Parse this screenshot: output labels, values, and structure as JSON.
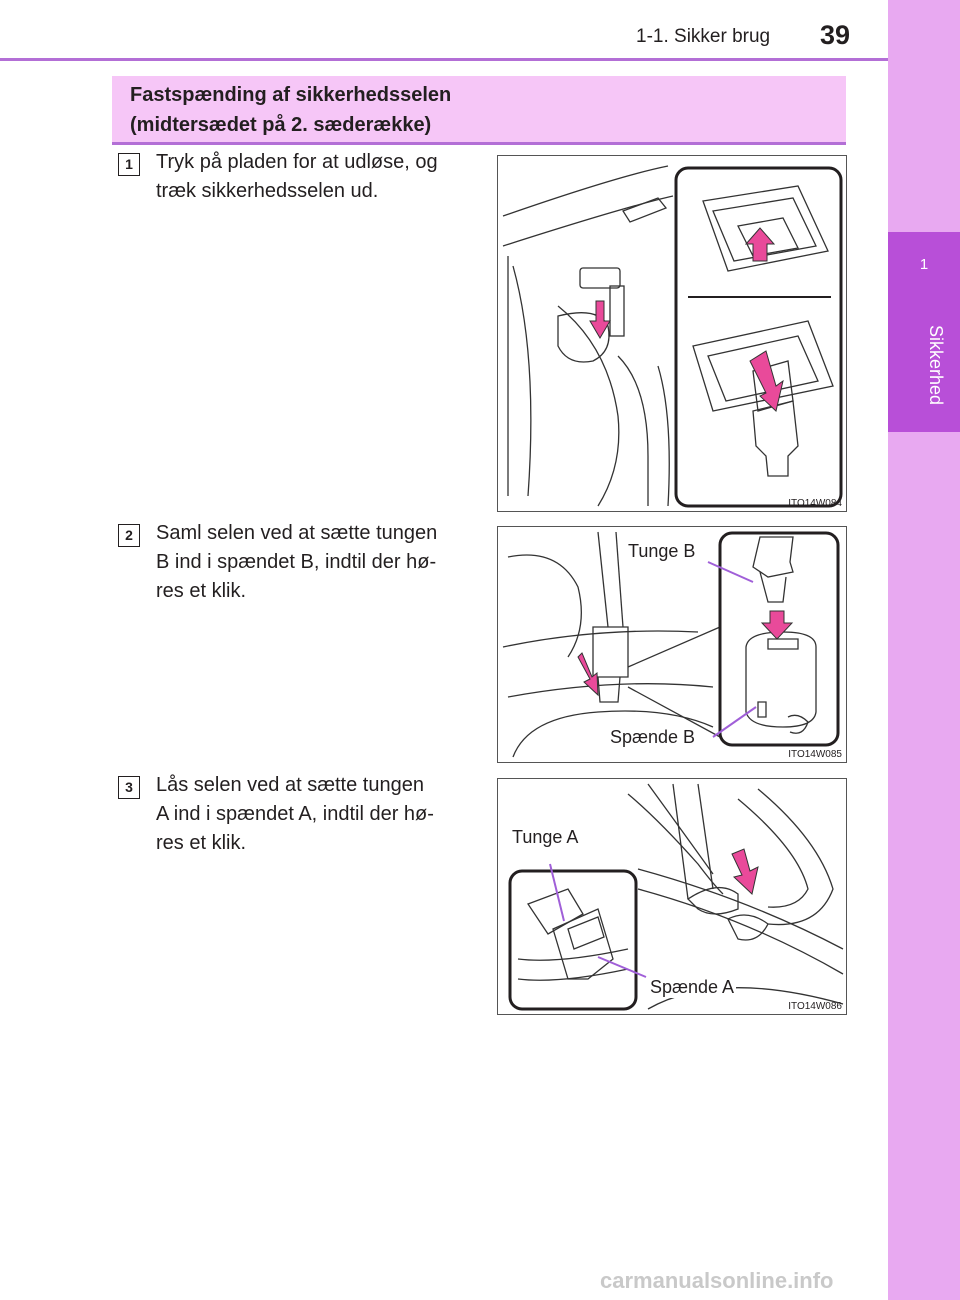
{
  "header": {
    "section": "1-1. Sikker brug",
    "page_number": "39"
  },
  "side_tab": {
    "chapter_number": "1",
    "chapter_label": "Sikkerhed"
  },
  "banner": {
    "line1": "Fastspænding af sikkerhedsselen",
    "line2": "(midtersædet på 2. sæderække)"
  },
  "steps": [
    {
      "number": "1",
      "lines": [
        "Tryk på pladen for at udløse, og",
        "træk sikkerhedsselen ud."
      ],
      "figure_code": "ITO14W084"
    },
    {
      "number": "2",
      "lines": [
        "Saml selen ved at sætte tungen",
        "B ind i spændet B, indtil der hø-",
        "res et klik."
      ],
      "figure_code": "ITO14W085",
      "callouts": [
        "Tunge B",
        "Spænde B"
      ]
    },
    {
      "number": "3",
      "lines": [
        "Lås selen ved at sætte tungen",
        "A ind i spændet A, indtil der hø-",
        "res et klik."
      ],
      "figure_code": "ITO14W086",
      "callouts": [
        "Tunge A",
        "Spænde A"
      ]
    }
  ],
  "watermark": "carmanualsonline.info",
  "colors": {
    "accent": "#b36fd6",
    "banner": "#f6c6f7",
    "tab": "#e8a9f1",
    "tab_active": "#b84fd8",
    "arrow": "#e94a9a"
  }
}
